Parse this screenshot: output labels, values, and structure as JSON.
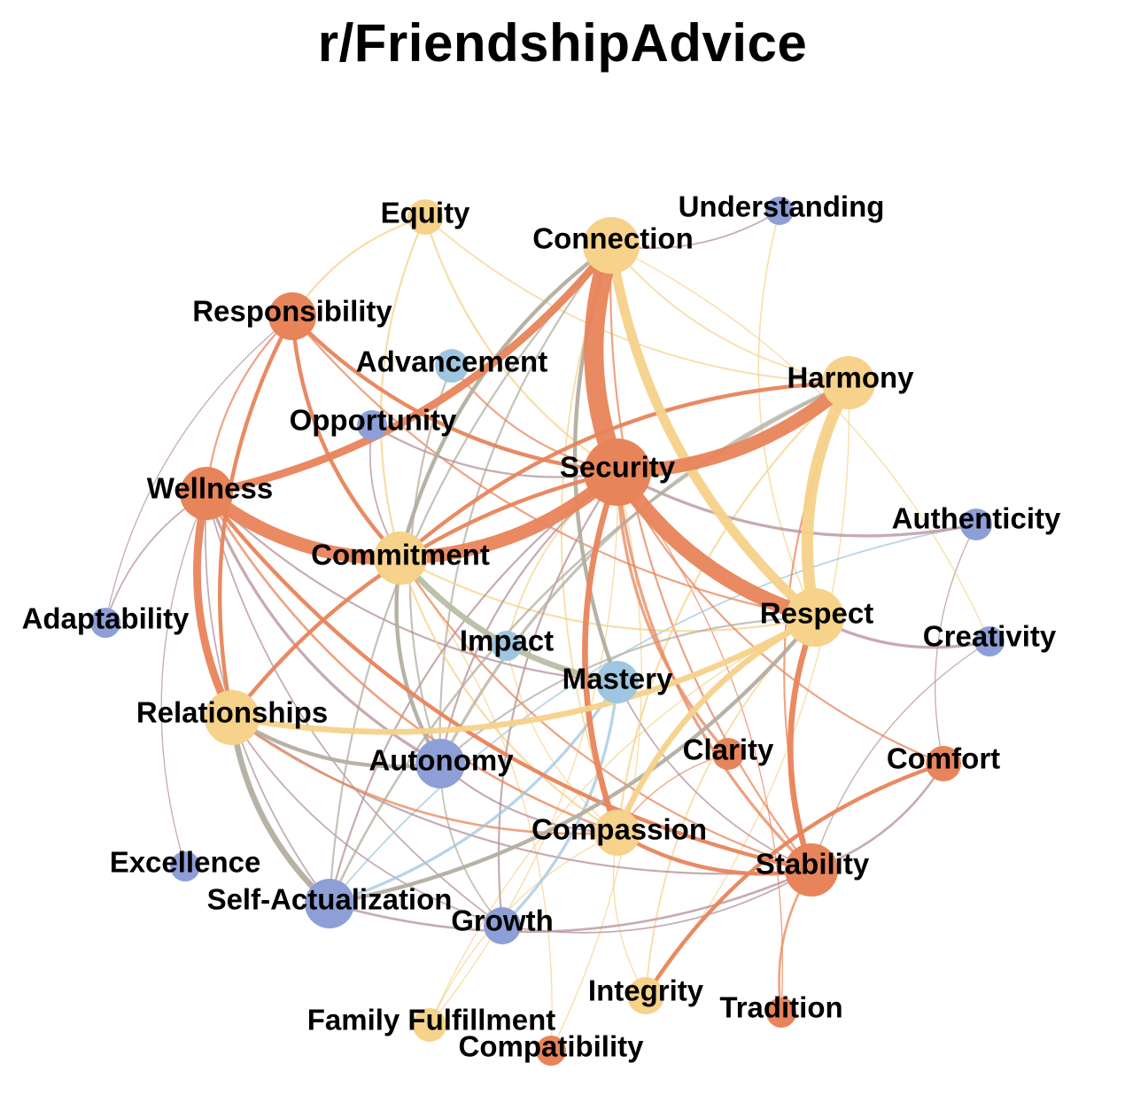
{
  "title": "r/FriendshipAdvice",
  "colors": {
    "orange": "#e8845a",
    "yellow": "#f6d28a",
    "blue": "#8d9fd6",
    "lightblue": "#9fc6e0",
    "gray": "#b3aea0",
    "mauve": "#b48f97",
    "sage": "#b7bfa4"
  },
  "nodes": [
    {
      "id": "equity",
      "label": "Equity",
      "color": "yellow"
    },
    {
      "id": "connection",
      "label": "Connection",
      "color": "yellow"
    },
    {
      "id": "understanding",
      "label": "Understanding",
      "color": "blue"
    },
    {
      "id": "responsibility",
      "label": "Responsibility",
      "color": "orange"
    },
    {
      "id": "advancement",
      "label": "Advancement",
      "color": "lightblue"
    },
    {
      "id": "harmony",
      "label": "Harmony",
      "color": "yellow"
    },
    {
      "id": "opportunity",
      "label": "Opportunity",
      "color": "blue"
    },
    {
      "id": "security",
      "label": "Security",
      "color": "orange"
    },
    {
      "id": "wellness",
      "label": "Wellness",
      "color": "orange"
    },
    {
      "id": "authenticity",
      "label": "Authenticity",
      "color": "blue"
    },
    {
      "id": "commitment",
      "label": "Commitment",
      "color": "yellow"
    },
    {
      "id": "adaptability",
      "label": "Adaptability",
      "color": "blue"
    },
    {
      "id": "respect",
      "label": "Respect",
      "color": "yellow"
    },
    {
      "id": "creativity",
      "label": "Creativity",
      "color": "blue"
    },
    {
      "id": "impact",
      "label": "Impact",
      "color": "lightblue"
    },
    {
      "id": "mastery",
      "label": "Mastery",
      "color": "lightblue"
    },
    {
      "id": "relationships",
      "label": "Relationships",
      "color": "yellow"
    },
    {
      "id": "clarity",
      "label": "Clarity",
      "color": "orange"
    },
    {
      "id": "autonomy",
      "label": "Autonomy",
      "color": "blue"
    },
    {
      "id": "comfort",
      "label": "Comfort",
      "color": "orange"
    },
    {
      "id": "compassion",
      "label": "Compassion",
      "color": "yellow"
    },
    {
      "id": "excellence",
      "label": "Excellence",
      "color": "blue"
    },
    {
      "id": "stability",
      "label": "Stability",
      "color": "orange"
    },
    {
      "id": "self_actualization",
      "label": "Self-Actualization",
      "color": "blue"
    },
    {
      "id": "growth",
      "label": "Growth",
      "color": "blue"
    },
    {
      "id": "integrity",
      "label": "Integrity",
      "color": "yellow"
    },
    {
      "id": "tradition",
      "label": "Tradition",
      "color": "orange"
    },
    {
      "id": "family_fulfillment",
      "label": "Family Fulfillment",
      "color": "yellow"
    },
    {
      "id": "compatibility",
      "label": "Compatibility",
      "color": "orange"
    }
  ],
  "edges": [
    {
      "source": "connection",
      "target": "security",
      "weight": 10,
      "color": "orange"
    },
    {
      "source": "security",
      "target": "respect",
      "weight": 8,
      "color": "orange"
    },
    {
      "source": "wellness",
      "target": "commitment",
      "weight": 7,
      "color": "orange"
    },
    {
      "source": "commitment",
      "target": "security",
      "weight": 7,
      "color": "orange"
    },
    {
      "source": "security",
      "target": "harmony",
      "weight": 7,
      "color": "orange"
    },
    {
      "source": "harmony",
      "target": "respect",
      "weight": 6,
      "color": "yellow"
    },
    {
      "source": "connection",
      "target": "respect",
      "weight": 5,
      "color": "yellow"
    },
    {
      "source": "wellness",
      "target": "connection",
      "weight": 4,
      "color": "orange"
    },
    {
      "source": "wellness",
      "target": "relationships",
      "weight": 4,
      "color": "orange"
    },
    {
      "source": "relationships",
      "target": "self_actualization",
      "weight": 3,
      "color": "gray"
    },
    {
      "source": "commitment",
      "target": "mastery",
      "weight": 3,
      "color": "sage"
    },
    {
      "source": "security",
      "target": "compassion",
      "weight": 3,
      "color": "orange"
    },
    {
      "source": "respect",
      "target": "stability",
      "weight": 3,
      "color": "orange"
    },
    {
      "source": "relationships",
      "target": "respect",
      "weight": 3,
      "color": "yellow"
    },
    {
      "source": "respect",
      "target": "compassion",
      "weight": 3,
      "color": "yellow"
    },
    {
      "source": "commitment",
      "target": "autonomy",
      "weight": 2,
      "color": "gray"
    },
    {
      "source": "relationships",
      "target": "autonomy",
      "weight": 2,
      "color": "gray"
    },
    {
      "source": "responsibility",
      "target": "commitment",
      "weight": 2,
      "color": "orange"
    },
    {
      "source": "responsibility",
      "target": "relationships",
      "weight": 2,
      "color": "orange"
    },
    {
      "source": "responsibility",
      "target": "security",
      "weight": 2,
      "color": "orange"
    },
    {
      "source": "connection",
      "target": "commitment",
      "weight": 2,
      "color": "gray"
    },
    {
      "source": "connection",
      "target": "mastery",
      "weight": 2,
      "color": "gray"
    },
    {
      "source": "compassion",
      "target": "stability",
      "weight": 2,
      "color": "orange"
    },
    {
      "source": "wellness",
      "target": "stability",
      "weight": 2,
      "color": "orange"
    },
    {
      "source": "comfort",
      "target": "integrity",
      "weight": 2,
      "color": "orange"
    },
    {
      "source": "harmony",
      "target": "commitment",
      "weight": 2,
      "color": "orange"
    },
    {
      "source": "security",
      "target": "relationships",
      "weight": 2,
      "color": "orange"
    },
    {
      "source": "self_actualization",
      "target": "respect",
      "weight": 2,
      "color": "gray"
    },
    {
      "source": "growth",
      "target": "mastery",
      "weight": 1.5,
      "color": "lightblue"
    },
    {
      "source": "self_actualization",
      "target": "mastery",
      "weight": 1.5,
      "color": "lightblue"
    },
    {
      "source": "security",
      "target": "authenticity",
      "weight": 1.5,
      "color": "mauve"
    },
    {
      "source": "respect",
      "target": "creativity",
      "weight": 1.5,
      "color": "mauve"
    },
    {
      "source": "wellness",
      "target": "autonomy",
      "weight": 1.5,
      "color": "mauve"
    },
    {
      "source": "security",
      "target": "stability",
      "weight": 1.5,
      "color": "orange"
    },
    {
      "source": "security",
      "target": "clarity",
      "weight": 1.5,
      "color": "orange"
    },
    {
      "source": "harmony",
      "target": "autonomy",
      "weight": 1.5,
      "color": "gray"
    },
    {
      "source": "harmony",
      "target": "self_actualization",
      "weight": 1.2,
      "color": "gray"
    },
    {
      "source": "stability",
      "target": "tradition",
      "weight": 1.2,
      "color": "orange"
    },
    {
      "source": "stability",
      "target": "comfort",
      "weight": 1.2,
      "color": "mauve"
    },
    {
      "source": "self_actualization",
      "target": "stability",
      "weight": 1.2,
      "color": "mauve"
    },
    {
      "source": "relationships",
      "target": "compassion",
      "weight": 1.2,
      "color": "orange"
    },
    {
      "source": "wellness",
      "target": "compassion",
      "weight": 1.2,
      "color": "orange"
    },
    {
      "source": "equity",
      "target": "commitment",
      "weight": 1,
      "color": "yellow"
    },
    {
      "source": "equity",
      "target": "responsibility",
      "weight": 1,
      "color": "yellow"
    },
    {
      "source": "equity",
      "target": "security",
      "weight": 1,
      "color": "yellow"
    },
    {
      "source": "equity",
      "target": "harmony",
      "weight": 0.8,
      "color": "yellow"
    },
    {
      "source": "connection",
      "target": "understanding",
      "weight": 0.8,
      "color": "mauve"
    },
    {
      "source": "connection",
      "target": "harmony",
      "weight": 0.8,
      "color": "yellow"
    },
    {
      "source": "connection",
      "target": "stability",
      "weight": 1,
      "color": "orange"
    },
    {
      "source": "connection",
      "target": "compassion",
      "weight": 0.8,
      "color": "yellow"
    },
    {
      "source": "connection",
      "target": "autonomy",
      "weight": 1,
      "color": "gray"
    },
    {
      "source": "connection",
      "target": "self_actualization",
      "weight": 1,
      "color": "gray"
    },
    {
      "source": "understanding",
      "target": "respect",
      "weight": 0.7,
      "color": "yellow"
    },
    {
      "source": "responsibility",
      "target": "wellness",
      "weight": 1,
      "color": "orange"
    },
    {
      "source": "responsibility",
      "target": "respect",
      "weight": 1,
      "color": "orange"
    },
    {
      "source": "advancement",
      "target": "security",
      "weight": 1,
      "color": "orange"
    },
    {
      "source": "advancement",
      "target": "autonomy",
      "weight": 1,
      "color": "gray"
    },
    {
      "source": "opportunity",
      "target": "security",
      "weight": 1,
      "color": "mauve"
    },
    {
      "source": "opportunity",
      "target": "commitment",
      "weight": 0.8,
      "color": "mauve"
    },
    {
      "source": "harmony",
      "target": "stability",
      "weight": 1,
      "color": "orange"
    },
    {
      "source": "harmony",
      "target": "compassion",
      "weight": 1,
      "color": "yellow"
    },
    {
      "source": "wellness",
      "target": "adaptability",
      "weight": 0.8,
      "color": "mauve"
    },
    {
      "source": "wellness",
      "target": "excellence",
      "weight": 0.6,
      "color": "mauve"
    },
    {
      "source": "wellness",
      "target": "mastery",
      "weight": 1,
      "color": "mauve"
    },
    {
      "source": "wellness",
      "target": "growth",
      "weight": 0.8,
      "color": "mauve"
    },
    {
      "source": "wellness",
      "target": "self_actualization",
      "weight": 0.8,
      "color": "mauve"
    },
    {
      "source": "responsibility",
      "target": "adaptability",
      "weight": 0.6,
      "color": "mauve"
    },
    {
      "source": "commitment",
      "target": "respect",
      "weight": 1,
      "color": "yellow"
    },
    {
      "source": "commitment",
      "target": "compassion",
      "weight": 1,
      "color": "yellow"
    },
    {
      "source": "commitment",
      "target": "stability",
      "weight": 1,
      "color": "orange"
    },
    {
      "source": "security",
      "target": "autonomy",
      "weight": 1,
      "color": "mauve"
    },
    {
      "source": "security",
      "target": "growth",
      "weight": 1,
      "color": "mauve"
    },
    {
      "source": "security",
      "target": "self_actualization",
      "weight": 1,
      "color": "mauve"
    },
    {
      "source": "security",
      "target": "comfort",
      "weight": 1,
      "color": "orange"
    },
    {
      "source": "security",
      "target": "impact",
      "weight": 0.8,
      "color": "yellow"
    },
    {
      "source": "authenticity",
      "target": "self_actualization",
      "weight": 0.8,
      "color": "lightblue"
    },
    {
      "source": "authenticity",
      "target": "comfort",
      "weight": 0.6,
      "color": "mauve"
    },
    {
      "source": "respect",
      "target": "autonomy",
      "weight": 1,
      "color": "gray"
    },
    {
      "source": "respect",
      "target": "integrity",
      "weight": 0.8,
      "color": "yellow"
    },
    {
      "source": "respect",
      "target": "family_fulfillment",
      "weight": 0.6,
      "color": "yellow"
    },
    {
      "source": "creativity",
      "target": "connection",
      "weight": 0.6,
      "color": "yellow"
    },
    {
      "source": "creativity",
      "target": "stability",
      "weight": 0.6,
      "color": "mauve"
    },
    {
      "source": "impact",
      "target": "compassion",
      "weight": 0.6,
      "color": "yellow"
    },
    {
      "source": "mastery",
      "target": "stability",
      "weight": 0.8,
      "color": "mauve"
    },
    {
      "source": "relationships",
      "target": "stability",
      "weight": 1,
      "color": "mauve"
    },
    {
      "source": "relationships",
      "target": "growth",
      "weight": 0.8,
      "color": "mauve"
    },
    {
      "source": "autonomy",
      "target": "compassion",
      "weight": 1,
      "color": "mauve"
    },
    {
      "source": "autonomy",
      "target": "growth",
      "weight": 0.8,
      "color": "gray"
    },
    {
      "source": "compassion",
      "target": "integrity",
      "weight": 0.6,
      "color": "yellow"
    },
    {
      "source": "compassion",
      "target": "family_fulfillment",
      "weight": 0.6,
      "color": "yellow"
    },
    {
      "source": "growth",
      "target": "stability",
      "weight": 0.8,
      "color": "mauve"
    },
    {
      "source": "clarity",
      "target": "compassion",
      "weight": 0.6,
      "color": "orange"
    },
    {
      "source": "integrity",
      "target": "harmony",
      "weight": 0.6,
      "color": "yellow"
    },
    {
      "source": "compatibility",
      "target": "commitment",
      "weight": 0.6,
      "color": "yellow"
    },
    {
      "source": "compatibility",
      "target": "security",
      "weight": 0.6,
      "color": "yellow"
    },
    {
      "source": "family_fulfillment",
      "target": "security",
      "weight": 0.6,
      "color": "yellow"
    },
    {
      "source": "tradition",
      "target": "security",
      "weight": 0.6,
      "color": "orange"
    }
  ]
}
